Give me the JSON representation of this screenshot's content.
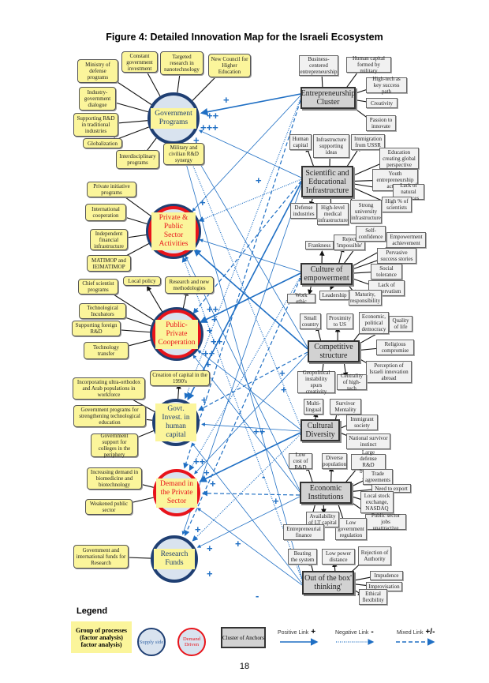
{
  "title": "Figure 4: Detailed Innovation Map for the Israeli Ecosystem",
  "colors": {
    "process_box": "#fbf59b",
    "supply_border": "#1f3f73",
    "demand_border": "#e8141b",
    "hub_fill": "#d9e3ef",
    "anchor_fill": "#d2d2d2",
    "link": "#1f6fc4"
  },
  "hubs": [
    {
      "label": "Government Programs",
      "type": "supply",
      "processes": [
        "Ministry of defense programs",
        "Constant government investment",
        "Targeted research in nanotechnology",
        "New Council for Higher Education",
        "Industry-government dialogue",
        "Supporting R&D in traditional industries",
        "Globalization",
        "Interdisciplinary programs",
        "Military and civilian R&D synergy"
      ]
    },
    {
      "label": "Private & Public Sector Activities",
      "type": "mixed",
      "processes": [
        "Private initiative programs",
        "International cooperation",
        "Independent financial infrastructure",
        "MATIMOP and IEIMATIMOP"
      ]
    },
    {
      "label": "Public-Private Cooperation",
      "type": "mixed",
      "processes": [
        "Chief scientist programs",
        "Local policy",
        "Research and new methodologies",
        "Technological Incubators",
        "Supporting foreign R&D",
        "Technology transfer"
      ]
    },
    {
      "label": "Govt. Invest. in human capital",
      "type": "supply",
      "processes": [
        "Creation of capital in the 1990's",
        "Incorporating ultra-orthodox and Arab populations in workforce",
        "Government programs for strengthening technological education",
        "Government support for colleges in the periphery"
      ]
    },
    {
      "label": "Demand in the Private Sector",
      "type": "demand",
      "processes": [
        "Increasing demand in biomedicine and biotechnology",
        "Weakened public sector"
      ]
    },
    {
      "label": "Research Funds",
      "type": "supply",
      "processes": [
        "Government and international funds for Research"
      ]
    }
  ],
  "anchors": [
    {
      "label": "Entrepreneurship Cluster",
      "factors": [
        "Business-centered entrepreneurship",
        "Human capital formed by military",
        "High-tech as key success path",
        "Creativity",
        "Passion to innovate"
      ]
    },
    {
      "label": "Scientific and Educational Infrastructure",
      "factors": [
        "Human capital",
        "Infrastructure supporting ideas",
        "Immigration from USSR",
        "Education creating global perspective",
        "Youth entrepreneurship activity",
        "Lack of natural resources",
        "High % of scientists",
        "Strong university infrastructure",
        "High-level medical infrastructure",
        "Defense industries"
      ]
    },
    {
      "label": "Culture of empowerment",
      "factors": [
        "Frankness",
        "Reject 'impossible'",
        "Self-confidence",
        "Empowerment achievement",
        "Pervasive success stories",
        "Social tolerance",
        "Lack of conservatism",
        "Maturity, responsibility",
        "Leadership",
        "Work ethic"
      ]
    },
    {
      "label": "Competitive structure",
      "factors": [
        "Small country",
        "Proximity to US",
        "Economic, political democracy",
        "Quality of life",
        "Religious compromise",
        "Perception of Israeli innovation abroad",
        "Centrality of high-tech",
        "Geopolitical instability spurs creativity"
      ]
    },
    {
      "label": "Cultural Diversity",
      "factors": [
        "Multi-lingual",
        "Survivor Mentality",
        "Immigrant society",
        "National survivor instinct"
      ]
    },
    {
      "label": "Economic Institutions",
      "factors": [
        "Low cost of R&D",
        "Diverse population",
        "Large defense R&D budgets",
        "Trade agreements",
        "Need to export",
        "Local stock exchange, NASDAQ",
        "Public sector jobs unattractive",
        "Low government regulation",
        "Availability of LT capital",
        "Entrepreneurial finance"
      ]
    },
    {
      "label": "Out of the box' thinking'",
      "factors": [
        "Beating the system",
        "Low power distance",
        "Rejection of Authority",
        "Impudence",
        "Improvisation",
        "Ethical flexibility"
      ]
    }
  ],
  "link_signs": [
    "+",
    "++",
    "+++",
    "+",
    "+",
    "+",
    "++",
    "+",
    "+",
    "++",
    "++",
    "+",
    "+",
    "++",
    "+",
    "+",
    "++",
    "+",
    "+",
    "+",
    "+",
    "+",
    "+",
    "-",
    "-",
    "+"
  ],
  "legend": {
    "title": "Legend",
    "group_label": "Group of processes (factor analysis) factor analysis)",
    "supply_label": "Supply side",
    "demand_label": "Demand Driven",
    "cluster_label": "Cluster of Anchors",
    "positive_label": "Positive Link",
    "positive_sign": "+",
    "negative_label": "Negative Link",
    "negative_sign": "-",
    "mixed_label": "Mixed Link",
    "mixed_sign": "+/-"
  },
  "page_number": "18"
}
